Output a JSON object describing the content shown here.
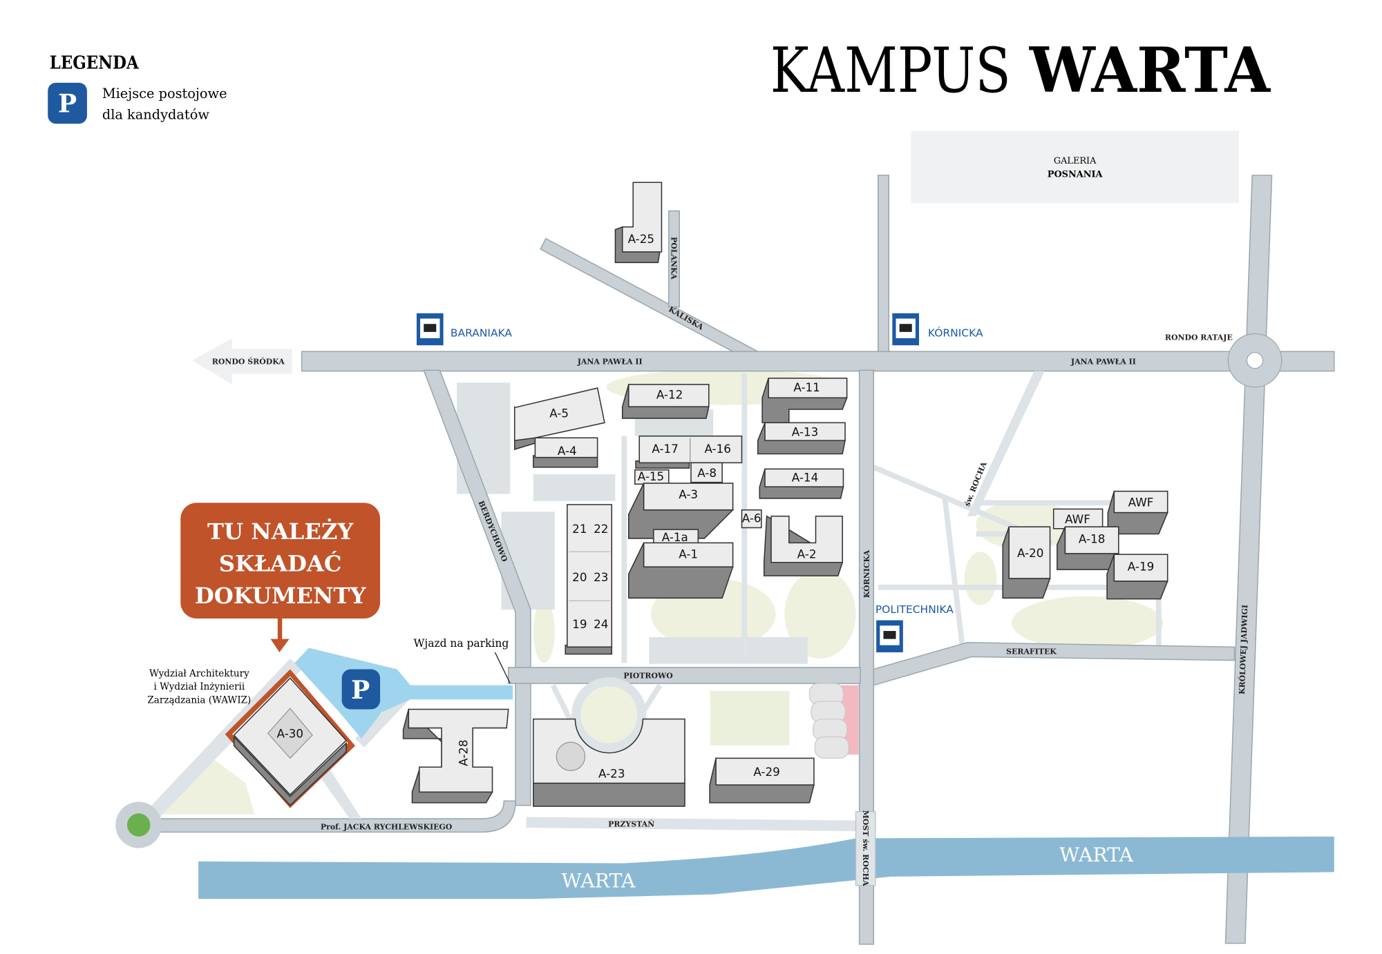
{
  "title": {
    "light": "KAMPUS",
    "bold": "WARTA"
  },
  "legend": {
    "heading": "LEGENDA",
    "parking_icon": "P",
    "parking_line1": "Miejsce postojowe",
    "parking_line2": "dla kandydatów"
  },
  "landmarks": {
    "galeria_line1": "GALERIA",
    "galeria_line2": "POSNANIA",
    "rondo_srodka": "RONDO ŚRÓDKA",
    "rondo_rataje": "RONDO RATAJE"
  },
  "streets": {
    "jana_pawla_west": "JANA PAWŁA II",
    "jana_pawla_east": "JANA PAWŁA II",
    "kaliska": "KALISKA",
    "polanka": "POLANKA",
    "berdychowo": "BERDYCHOWO",
    "kornicka": "KÓRNICKA",
    "sw_rocha": "św. ROCHA",
    "serafitek": "SERAFITEK",
    "krolowej_jadwigi": "KRÓLOWEJ JADWIGI",
    "piotrowo": "PIOTROWO",
    "rychlewskiego": "Prof. JACKA RYCHLEWSKIEGO",
    "przystan": "PRZYSTAŃ",
    "most": "MOST św. ROCHA"
  },
  "river": {
    "west": "WARTA",
    "east": "WARTA"
  },
  "tram_stops": [
    "BARANIAKA",
    "KÓRNICKA",
    "POLITECHNIKA"
  ],
  "callout": {
    "line1": "TU NALEŻY",
    "line2": "SKŁADAĆ",
    "line3": "DOKUMENTY",
    "faculty_line1": "Wydział Architektury",
    "faculty_line2": "i Wydział Inżynierii",
    "faculty_line3": "Zarządzania (WAWIZ)",
    "parking_entry": "Wjazd na parking",
    "parking_icon": "P"
  },
  "buildings": {
    "a25": "A-25",
    "a12": "A-12",
    "a5": "A-5",
    "a4": "A-4",
    "a11": "A-11",
    "a13": "A-13",
    "a17": "A-17",
    "a16": "A-16",
    "a8": "A-8",
    "a15": "A-15",
    "a14": "A-14",
    "a3": "A-3",
    "a6": "A-6",
    "a1a": "A-1a",
    "a1": "A-1",
    "a2": "A-2",
    "b21": "21",
    "b22": "22",
    "b20": "20",
    "b23": "23",
    "b19": "19",
    "b24": "24",
    "a20": "A-20",
    "awf1": "AWF",
    "awf2": "AWF",
    "a18": "A-18",
    "a19": "A-19",
    "a30": "A-30",
    "a28": "A-28",
    "a23": "A-23",
    "a29": "A-29"
  },
  "colors": {
    "callout": "#c0532a",
    "parking": "#1f5aa0",
    "river": "#8bb9d3",
    "parking_area": "#9fd4ee",
    "roundabout_green": "#6ab04c"
  }
}
